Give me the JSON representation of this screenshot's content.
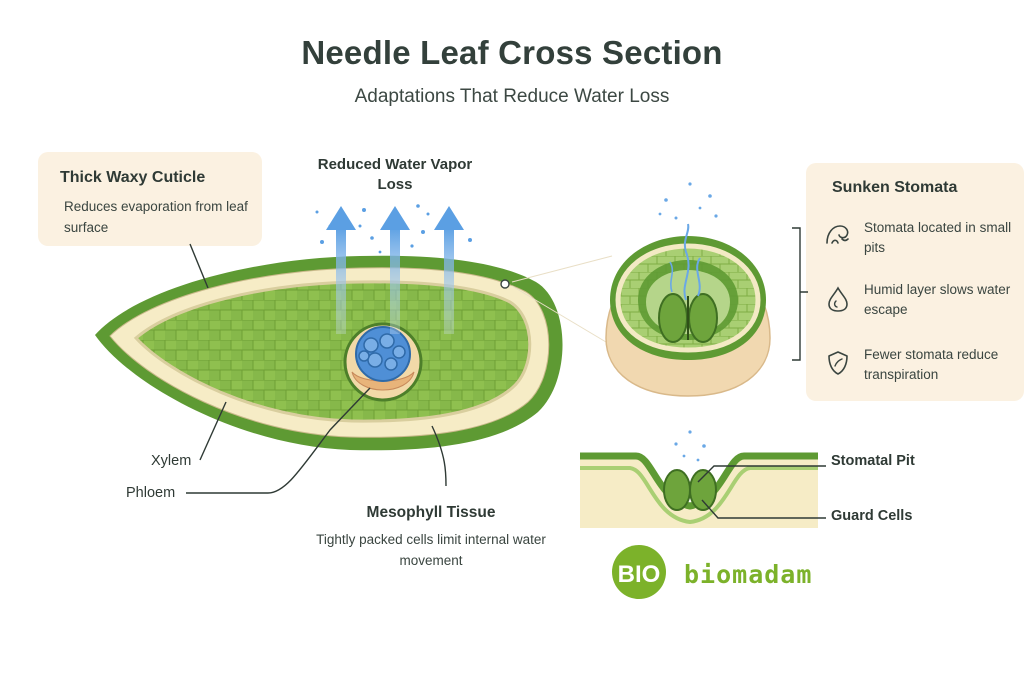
{
  "header": {
    "title": "Needle Leaf Cross Section",
    "subtitle": "Adaptations That Reduce Water Loss"
  },
  "cuticle": {
    "title": "Thick Waxy Cuticle",
    "text": "Reduces evaporation from leaf surface"
  },
  "vapor": {
    "label": "Reduced Water Vapor Loss"
  },
  "labels": {
    "xylem": "Xylem",
    "phloem": "Phloem"
  },
  "mesophyll": {
    "title": "Mesophyll Tissue",
    "text": "Tightly packed cells limit internal water movement"
  },
  "stomata": {
    "title": "Sunken Stomata",
    "items": [
      {
        "icon": "pit-icon",
        "text": "Stomata located in small pits"
      },
      {
        "icon": "water-drop-icon",
        "text": "Humid layer slows water escape"
      },
      {
        "icon": "shield-icon",
        "text": "Fewer stomata reduce transpiration"
      }
    ]
  },
  "pit_detail": {
    "stomatal_pit": "Stomatal Pit",
    "guard_cells": "Guard Cells"
  },
  "brand": {
    "logo_text": "BIO",
    "name": "biomadam"
  },
  "colors": {
    "cuticle_green": "#5e9a33",
    "mesophyll_green": "#8fc04f",
    "epidermis_cream": "#f6ecc6",
    "xylem_blue": "#4f8fd6",
    "vapor_blue": "#6aa8e6",
    "card_bg": "#fbf1e1",
    "brand_green": "#7cb22a"
  }
}
